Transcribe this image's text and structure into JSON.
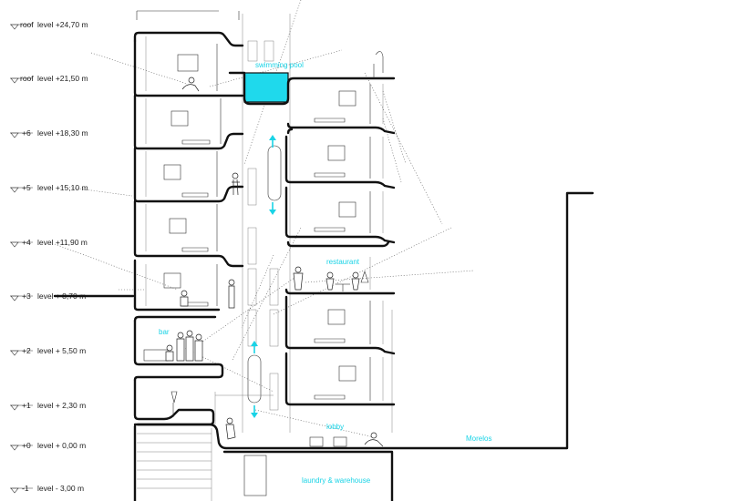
{
  "levels": [
    {
      "num": "roof",
      "label": "level +24,70 m"
    },
    {
      "num": "roof",
      "label": "level +21,50 m"
    },
    {
      "num": "+6",
      "label": "level +18,30 m"
    },
    {
      "num": "+5",
      "label": "level +15,10 m"
    },
    {
      "num": "+4",
      "label": "level +11,90 m"
    },
    {
      "num": "+3",
      "label": "level + 8,70 m"
    },
    {
      "num": "+2",
      "label": "level + 5,50 m"
    },
    {
      "num": "+1",
      "label": "level + 2,30 m"
    },
    {
      "num": "+0",
      "label": "level + 0,00 m"
    },
    {
      "num": "-1",
      "label": "level - 3,00 m"
    }
  ],
  "spaces": {
    "swimming_pool": "swimming pool",
    "restaurant": "restaurant",
    "bar": "bar",
    "lobby": "lobby",
    "street": "Morelos",
    "basement": "laundry & warehouse"
  },
  "colors": {
    "accent": "#19d3e6",
    "pool_fill": "#1fd9ec",
    "line": "#111111"
  }
}
